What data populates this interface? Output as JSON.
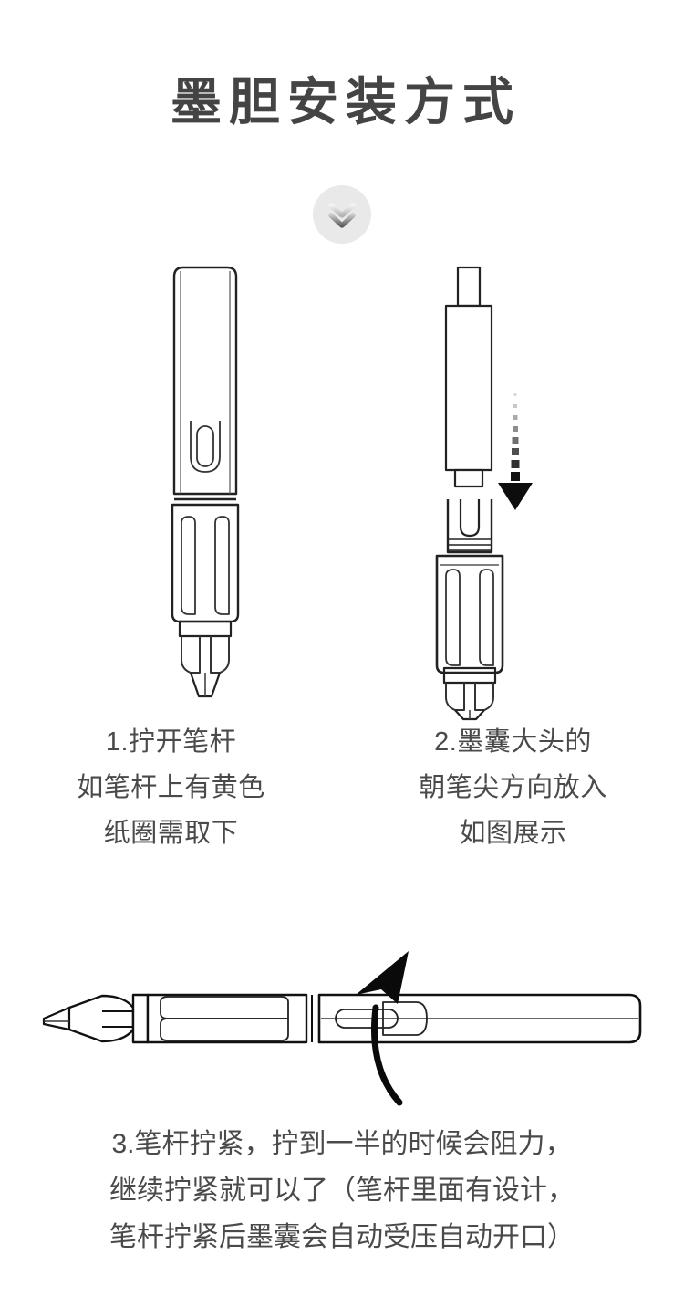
{
  "page": {
    "background_color": "#ffffff",
    "text_color": "#4a4a4a",
    "title_color": "#444444",
    "line_art_color": "#222222"
  },
  "header": {
    "title": "墨胆安装方式"
  },
  "scroll_badge": {
    "icon": "double-chevron-down-icon",
    "background_color": "#e9e9e9",
    "chevron_top_color": "#d6d6d6",
    "chevron_bottom_color": "#6e6e6e"
  },
  "figures": [
    {
      "id": "pen-unscrewed",
      "alt": "拧开的笔杆线稿图",
      "parts": [
        "cap",
        "clip-slot",
        "grip-section",
        "nib"
      ]
    },
    {
      "id": "cartridge-insert",
      "alt": "墨囊放入笔尖方向示意图",
      "parts": [
        "ink-cartridge",
        "dotted-down-arrow",
        "pen-section-opening",
        "grip-section",
        "nib"
      ]
    },
    {
      "id": "pen-assembled-horizontal",
      "alt": "笔杆拧紧示意图",
      "parts": [
        "nib",
        "grip-section",
        "barrel",
        "clip-slot",
        "rotate-arrow"
      ]
    }
  ],
  "steps": [
    {
      "number": "1.",
      "lines": [
        "1.拧开笔杆",
        "如笔杆上有黄色",
        "纸圈需取下"
      ]
    },
    {
      "number": "2.",
      "lines": [
        "2.墨囊大头的",
        "朝笔尖方向放入",
        "如图展示"
      ]
    },
    {
      "number": "3.",
      "lines": [
        "3.笔杆拧紧，拧到一半的时候会阻力，",
        "继续拧紧就可以了（笔杆里面有设计，",
        "笔杆拧紧后墨囊会自动受压自动开口）"
      ]
    }
  ]
}
